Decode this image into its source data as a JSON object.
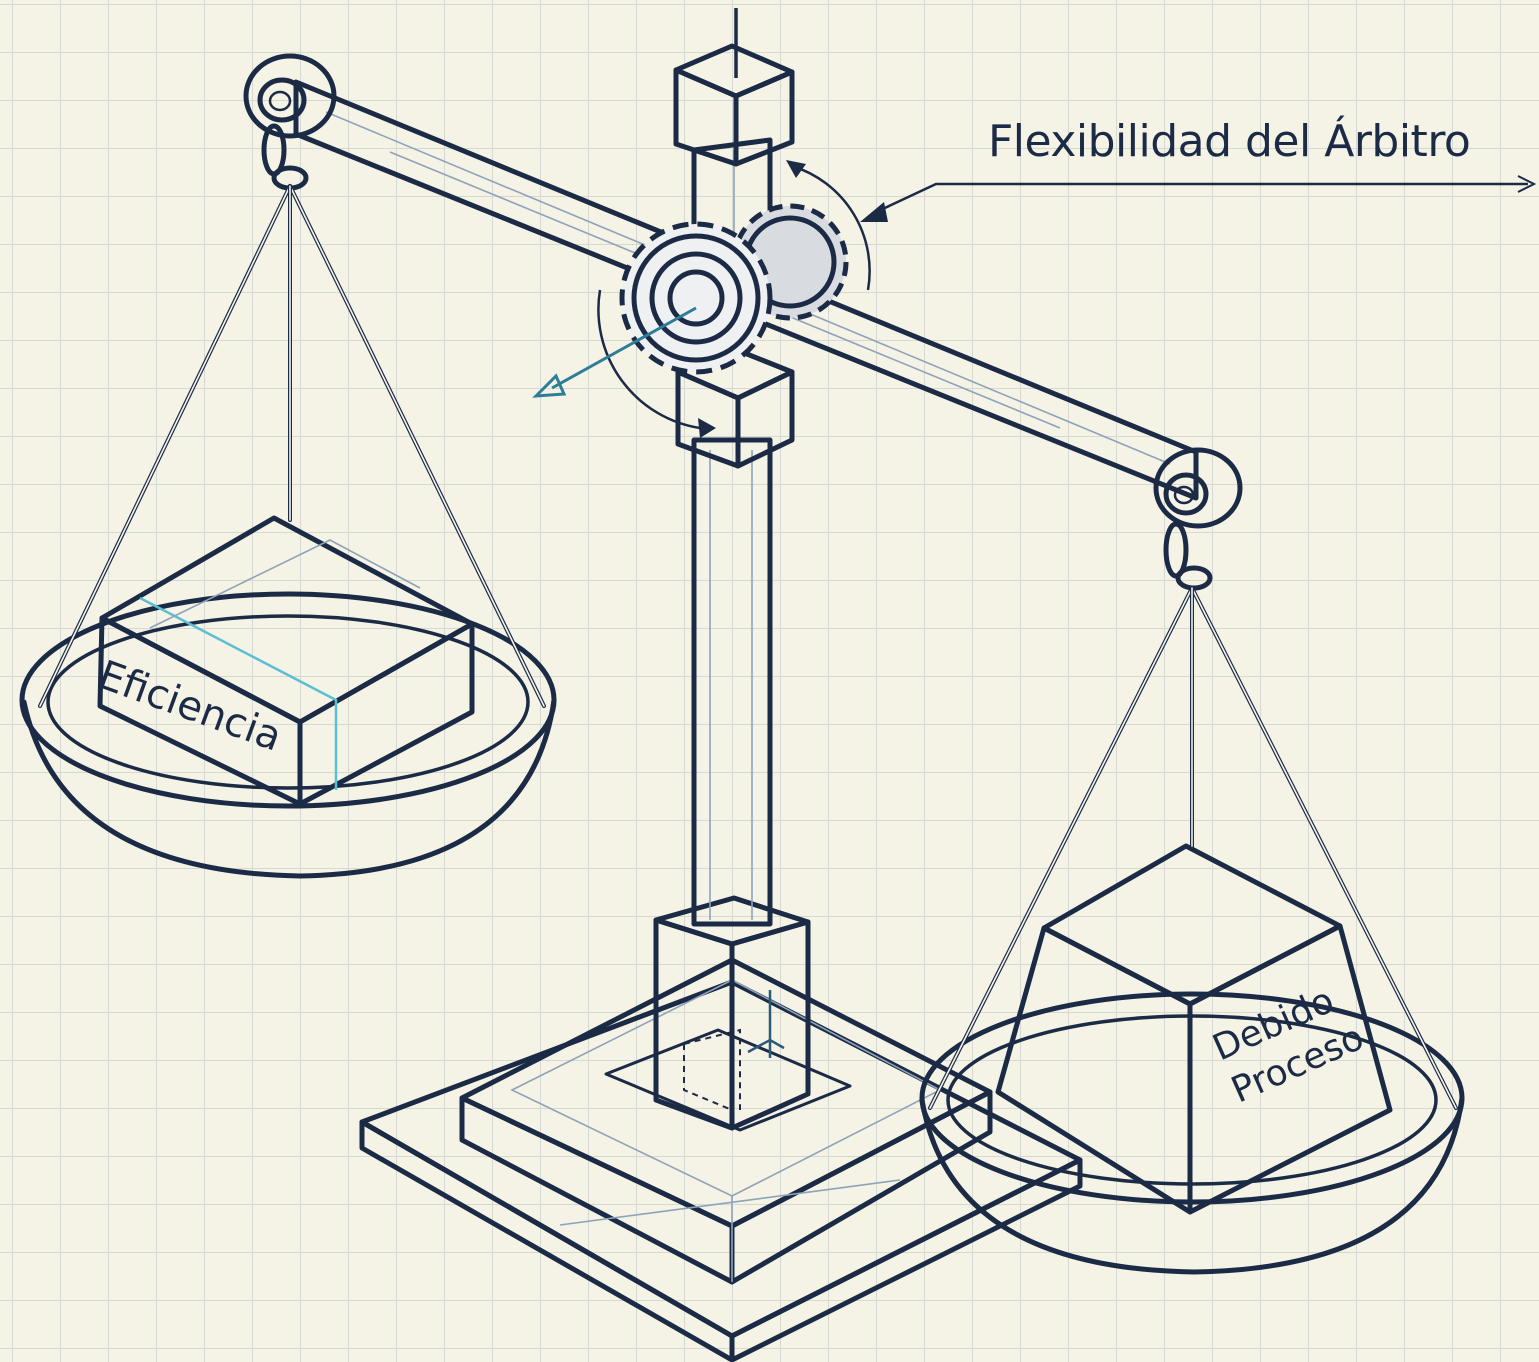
{
  "labels": {
    "arbiter": "Flexibilidad del Árbitro",
    "left_block": "Eficiencia",
    "right_block_line1": "Debido",
    "right_block_line2": "Proceso"
  },
  "colors": {
    "background": "#f5f2e6",
    "grid": "#d6d9d2",
    "ink": "#1c2b45",
    "accent": "#5bbfd4",
    "face_light": "#f2f2ef",
    "face_mid": "#d9dbe0",
    "face_dark": "#b8bcc4"
  }
}
